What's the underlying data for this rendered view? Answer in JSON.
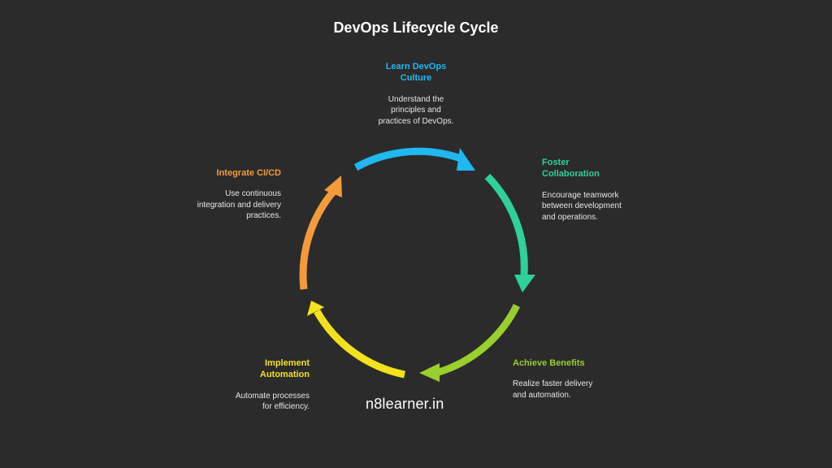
{
  "title": "DevOps Lifecycle Cycle",
  "watermark": "n8learner.in",
  "colors": {
    "background": "#2b2b2b",
    "learn": "#1fb8f0",
    "foster": "#2fd19a",
    "achieve": "#9acd2e",
    "automation": "#f2e21c",
    "integrate": "#f39a3c"
  },
  "stages": [
    {
      "key": "learn",
      "title": "Learn DevOps\nCulture",
      "description": "Understand the\nprinciples and\npractices of DevOps."
    },
    {
      "key": "foster",
      "title": "Foster\nCollaboration",
      "description": "Encourage teamwork\nbetween development\nand operations."
    },
    {
      "key": "achieve",
      "title": "Achieve Benefits",
      "description": "Realize faster delivery\nand automation."
    },
    {
      "key": "automation",
      "title": "Implement\nAutomation",
      "description": "Automate processes\nfor efficiency."
    },
    {
      "key": "integrate",
      "title": "Integrate CI/CD",
      "description": "Use continuous\nintegration and delivery\npractices."
    }
  ]
}
